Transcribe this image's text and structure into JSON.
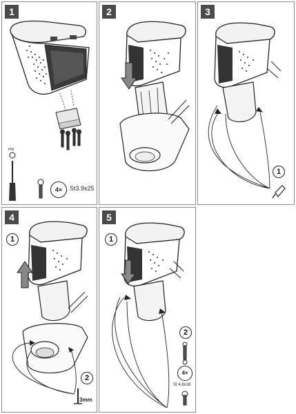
{
  "steps": [
    {
      "number": "1"
    },
    {
      "number": "2"
    },
    {
      "number": "3"
    },
    {
      "number": "4"
    },
    {
      "number": "5"
    }
  ],
  "step1": {
    "screwdriver_label": "Phil",
    "qty": "4×",
    "screw_spec": "St3.9x25"
  },
  "step3": {
    "sub_step": "1"
  },
  "step4": {
    "sub_step_1": "1",
    "sub_step_2": "2",
    "drill_size": "3mm"
  },
  "step5": {
    "sub_step_1": "1",
    "sub_step_2": "2",
    "qty": "4×",
    "screw_spec": "St 4,8x16"
  }
}
